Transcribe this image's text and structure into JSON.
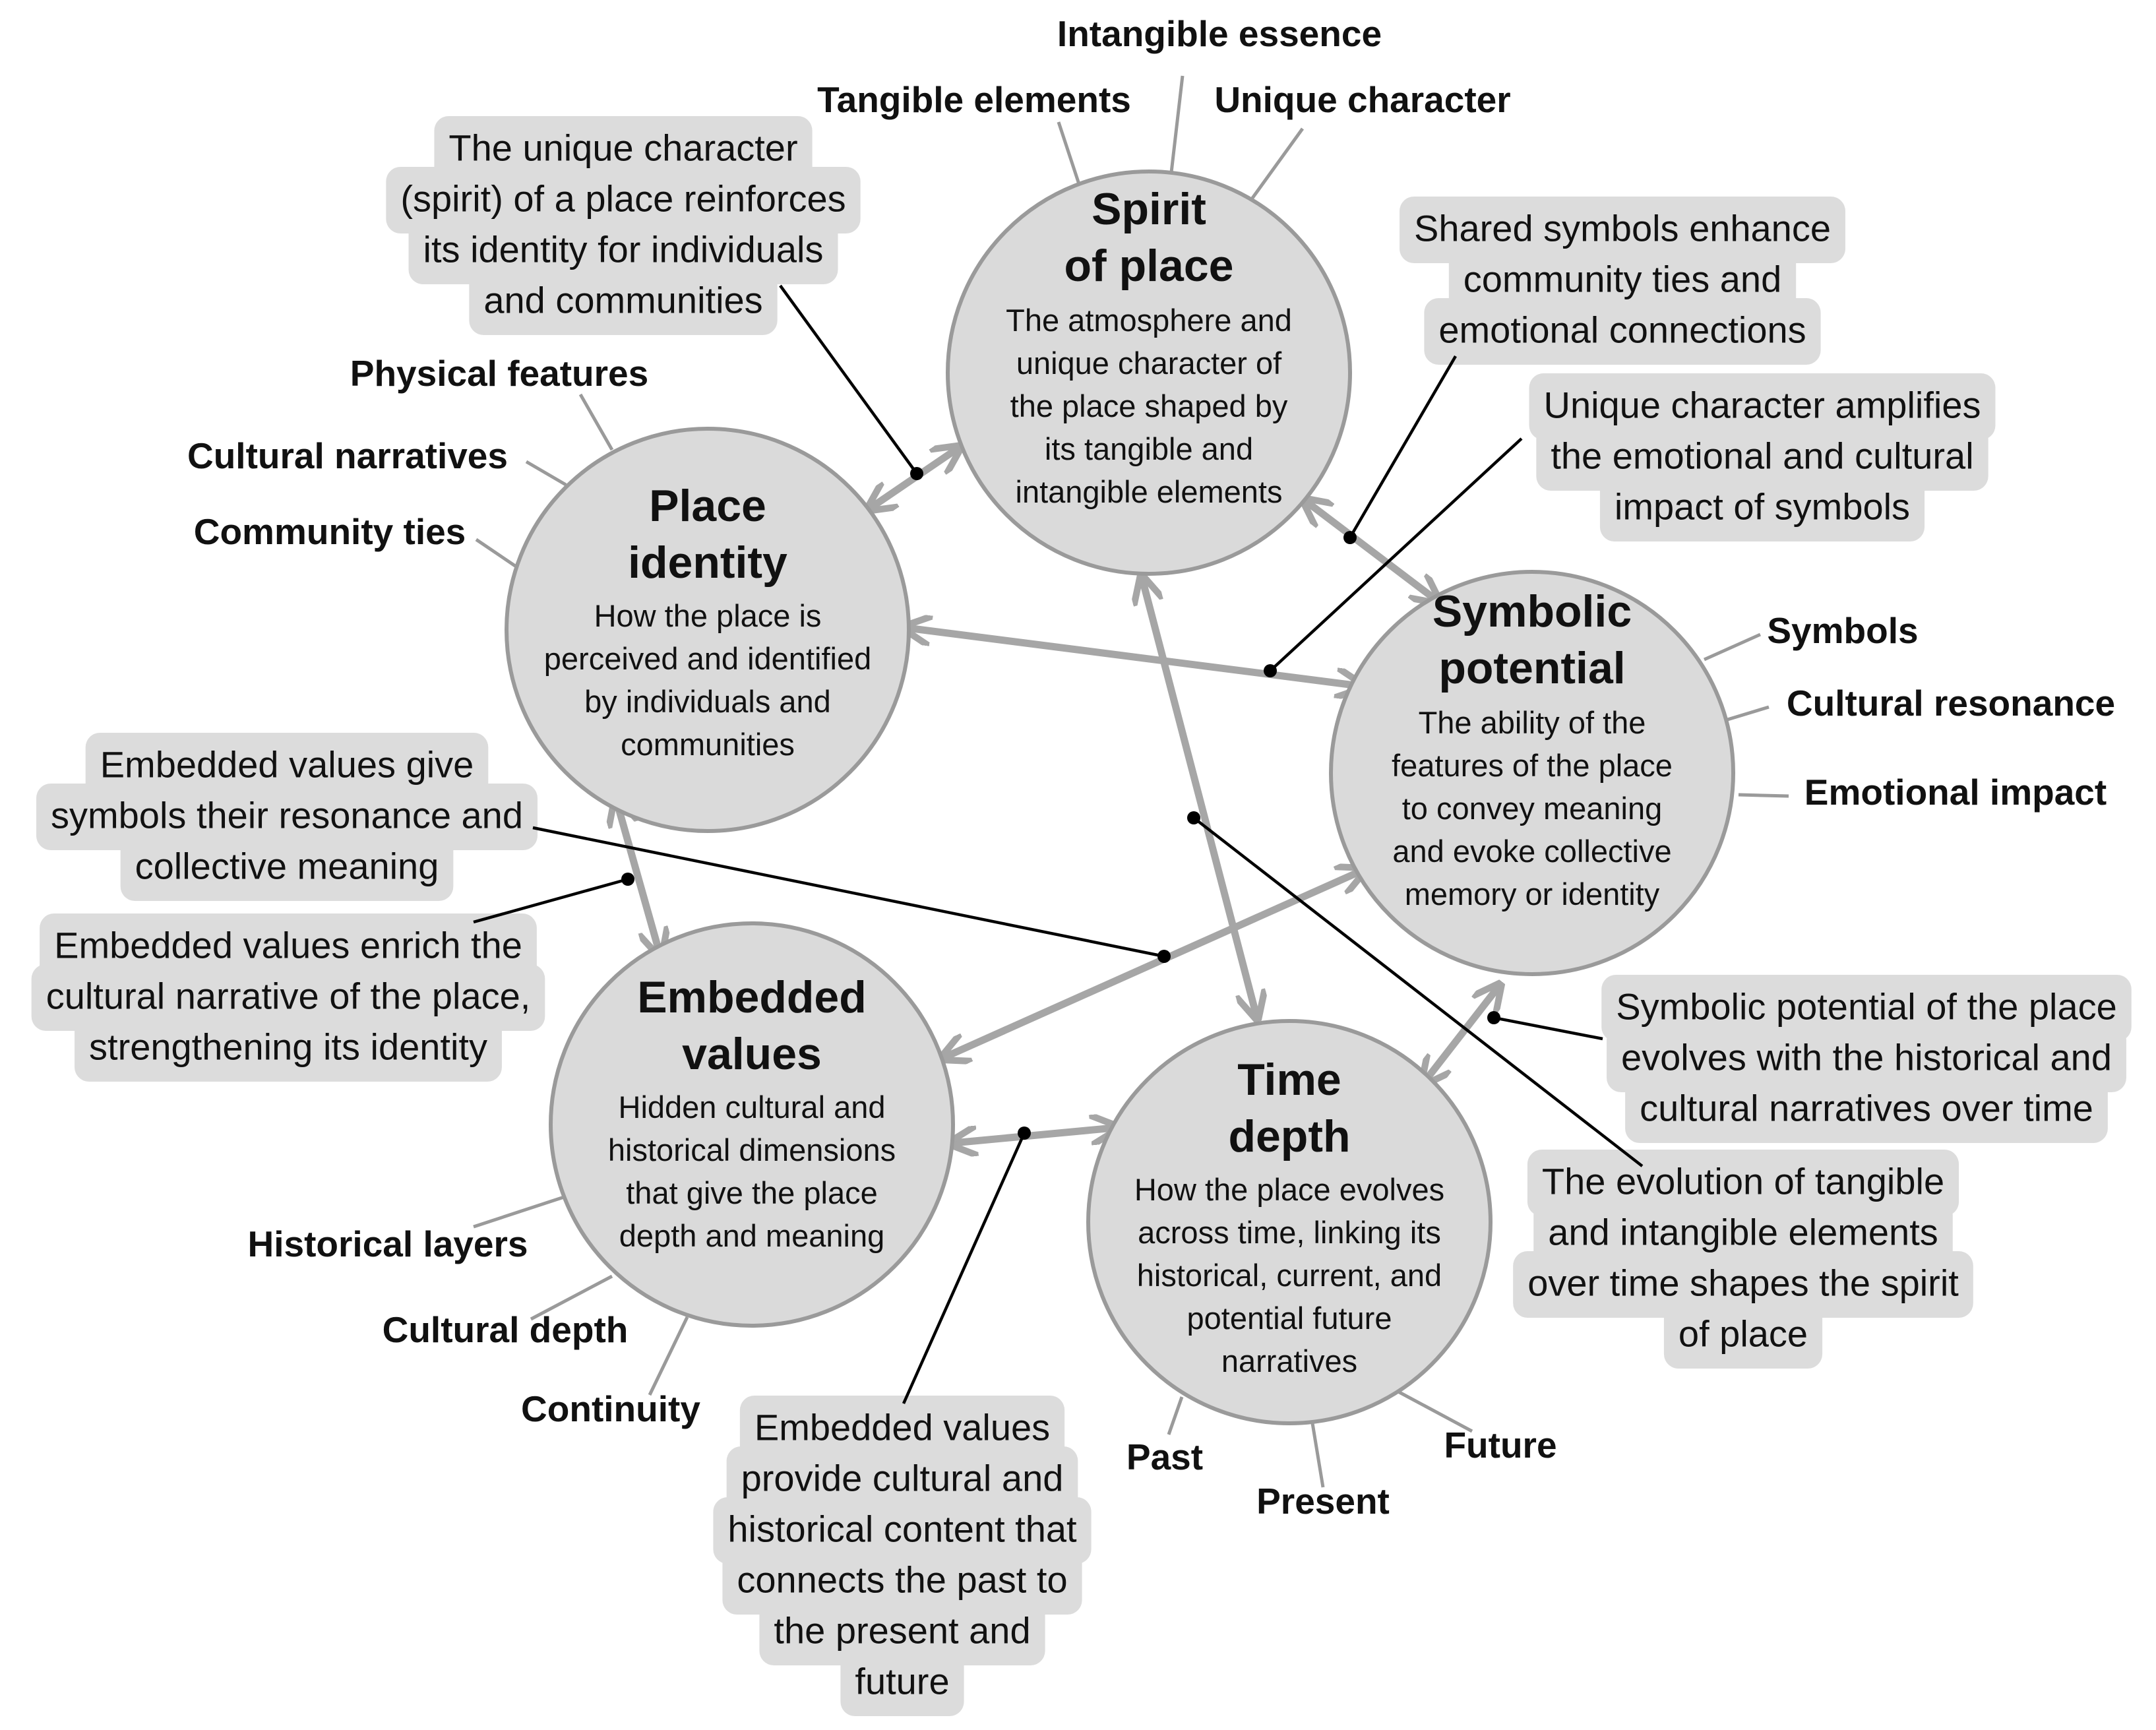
{
  "concepts": {
    "spirit": {
      "title": [
        "Spirit",
        "of place"
      ],
      "description": [
        "The atmosphere and",
        "unique character of",
        "the place shaped by",
        "its tangible and",
        "intangible elements"
      ],
      "aspects": [
        "Intangible essence",
        "Tangible elements",
        "Unique character"
      ]
    },
    "identity": {
      "title": [
        "Place",
        "identity"
      ],
      "description": [
        "How the place is",
        "perceived and identified",
        "by individuals and",
        "communities"
      ],
      "aspects": [
        "Physical features",
        "Cultural narratives",
        "Community ties"
      ]
    },
    "symbolic": {
      "title": [
        "Symbolic",
        "potential"
      ],
      "description": [
        "The ability of the",
        "features of the place",
        "to convey meaning",
        "and evoke collective",
        "memory or identity"
      ],
      "aspects": [
        "Symbols",
        "Cultural resonance",
        "Emotional impact"
      ]
    },
    "values": {
      "title": [
        "Embedded",
        "values"
      ],
      "description": [
        "Hidden cultural and",
        "historical dimensions",
        "that give the place",
        "depth and meaning"
      ],
      "aspects": [
        "Historical layers",
        "Cultural depth",
        "Continuity"
      ]
    },
    "time": {
      "title": [
        "Time",
        "depth"
      ],
      "description": [
        "How the place evolves",
        "across time, linking its",
        "historical, current, and",
        "potential future",
        "narratives"
      ],
      "aspects": [
        "Past",
        "Present",
        "Future"
      ]
    }
  },
  "relations": {
    "identity_spirit": [
      "The unique character",
      "(spirit) of a place reinforces",
      "its identity for individuals",
      "and communities"
    ],
    "spirit_symbolic": [
      "Shared symbols enhance",
      "community ties and",
      "emotional connections"
    ],
    "identity_symbolic": [
      "Unique character amplifies",
      "the emotional and cultural",
      "impact of symbols"
    ],
    "values_symbolic": [
      "Embedded values give",
      "symbols their resonance and",
      "collective meaning"
    ],
    "identity_values": [
      "Embedded values enrich the",
      "cultural narrative of the place,",
      "strengthening its identity"
    ],
    "symbolic_time": [
      "Symbolic potential of the place",
      "evolves with the historical and",
      "cultural narratives over time"
    ],
    "spirit_time": [
      "The evolution of tangible",
      "and intangible elements",
      "over time shapes the spirit",
      "of place"
    ],
    "values_time": [
      "Embedded values",
      "provide cultural and",
      "historical content that",
      "connects the past to",
      "the present and",
      "future"
    ]
  },
  "colors": {
    "circle_fill": "#dadada",
    "circle_stroke": "#9a9a9a",
    "arrow": "#a6a6a6",
    "callout_fill": "#dcdcdc",
    "leader": "#000000",
    "text": "#111111"
  }
}
